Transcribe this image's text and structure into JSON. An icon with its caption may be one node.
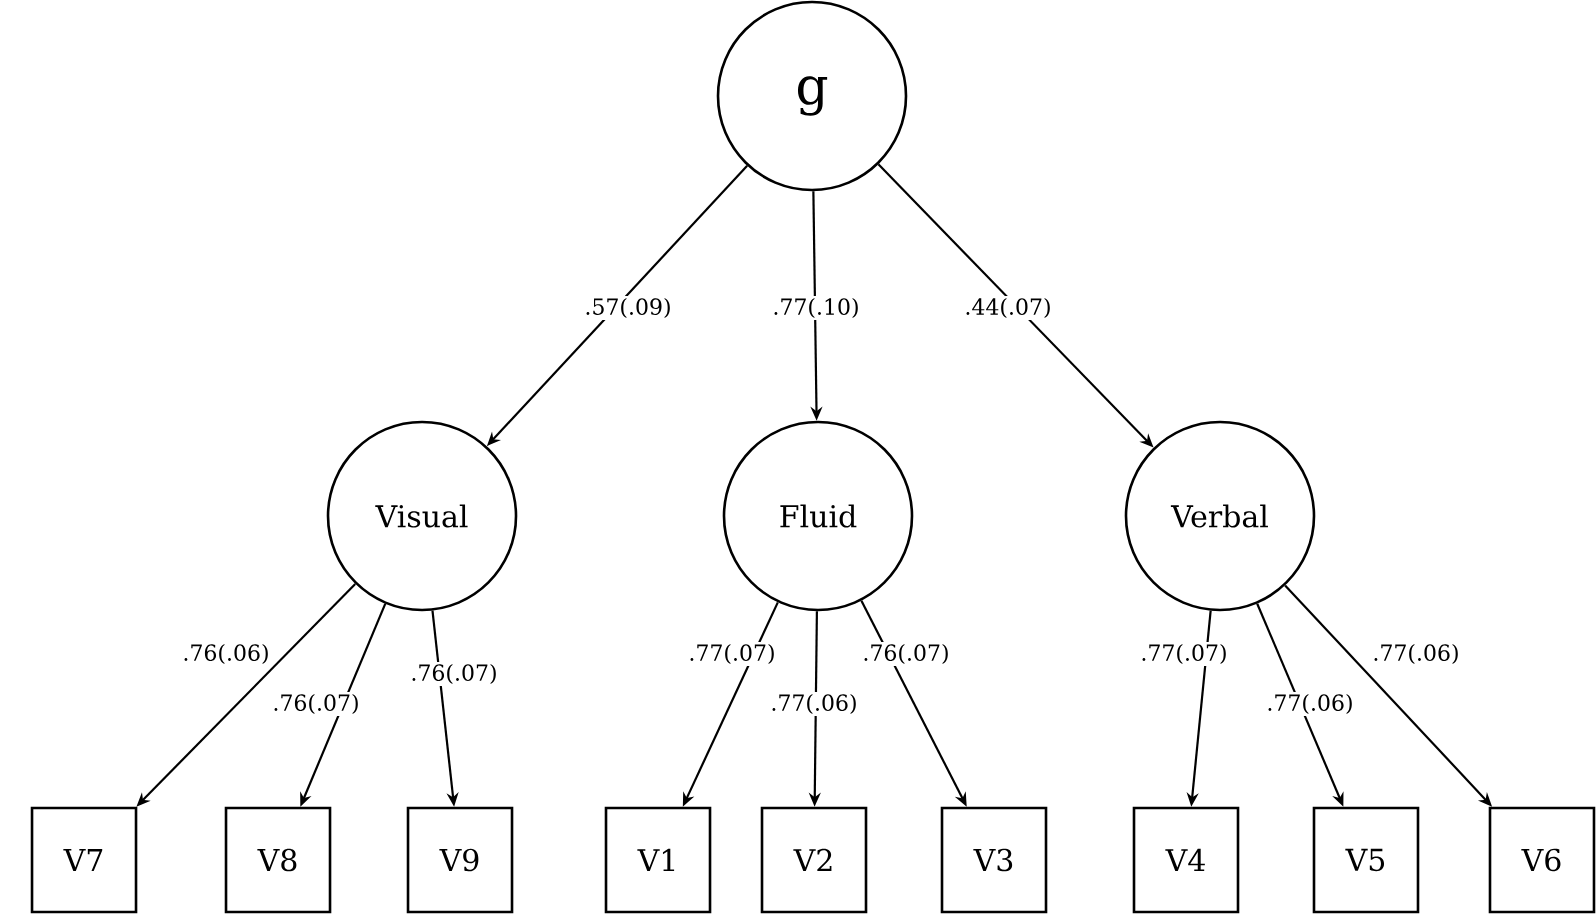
{
  "diagram": {
    "nodes": [
      {
        "text": [
          "g"
        ]
      },
      {
        "text": [
          "Visual"
        ]
      },
      {
        "text": [
          "Fluid"
        ]
      },
      {
        "text": [
          "Verbal"
        ]
      },
      {
        "text": [
          "V7"
        ]
      },
      {
        "text": [
          "V8"
        ]
      },
      {
        "text": [
          "V9"
        ]
      },
      {
        "text": [
          "V1"
        ]
      },
      {
        "text": [
          "V2"
        ]
      },
      {
        "text": [
          "V3"
        ]
      },
      {
        "text": [
          "V4"
        ]
      },
      {
        "text": [
          "V5"
        ]
      },
      {
        "text": [
          "V6"
        ]
      }
    ],
    "edges": [
      {
        "from": 0,
        "to": 1,
        "arrow": "to",
        "label": ".57(.09)"
      },
      {
        "from": 0,
        "to": 2,
        "arrow": "to",
        "label": ".77(.10)"
      },
      {
        "from": 0,
        "to": 3,
        "arrow": "to",
        "label": ".44(.07)"
      },
      {
        "from": 1,
        "to": 4,
        "arrow": "to",
        "label": ".76(.06)"
      },
      {
        "from": 1,
        "to": 5,
        "arrow": "to",
        "label": ".76(.07)"
      },
      {
        "from": 1,
        "to": 6,
        "arrow": "to",
        "label": ".76(.07)"
      },
      {
        "from": 2,
        "to": 7,
        "arrow": "to",
        "label": ".77(.07)"
      },
      {
        "from": 2,
        "to": 8,
        "arrow": "to",
        "label": ".77(.06)"
      },
      {
        "from": 2,
        "to": 9,
        "arrow": "to",
        "label": ".76(.07)"
      },
      {
        "from": 3,
        "to": 10,
        "arrow": "to",
        "label": ".77(.07)"
      },
      {
        "from": 3,
        "to": 11,
        "arrow": "to",
        "label": ".77(.06)"
      },
      {
        "from": 3,
        "to": 12,
        "arrow": "to",
        "label": ".77(.06)"
      }
    ]
  }
}
